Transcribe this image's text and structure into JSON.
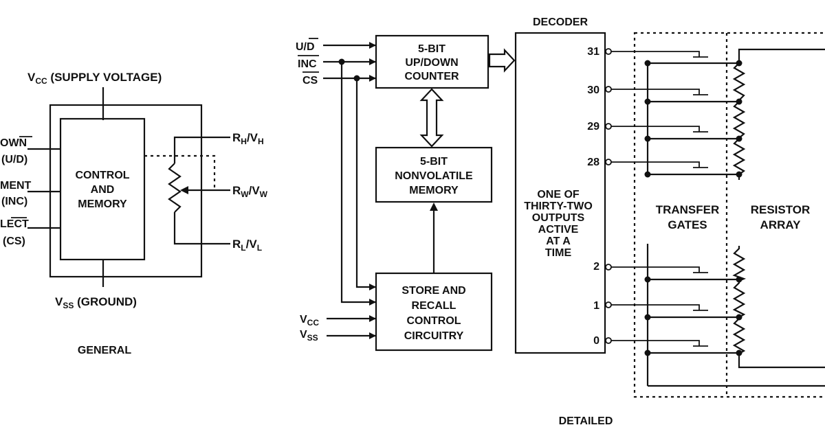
{
  "general": {
    "vcc_main": "V",
    "vcc_sub": "CC",
    "vcc_rest": " (SUPPLY VOLTAGE)",
    "vss_main": "V",
    "vss_sub": "SS",
    "vss_rest": " (GROUND)",
    "control_l1": "CONTROL",
    "control_l2": "AND",
    "control_l3": "MEMORY",
    "in1_l1": "OWN",
    "in1_l2": "(U/D)",
    "in2_l1": "MENT",
    "in2_l2": "(INC)",
    "in3_l1": "LECT",
    "in3_l2": "(CS)",
    "rh_main": "R",
    "rh_sub": "H",
    "rh_rest": "/V",
    "rh_sub2": "H",
    "rw_main": "R",
    "rw_sub": "W",
    "rw_rest": "/V",
    "rw_sub2": "W",
    "rl_main": "R",
    "rl_sub": "L",
    "rl_rest": "/V",
    "rl_sub2": "L",
    "caption": "GENERAL"
  },
  "detailed": {
    "in_ud": "U/D",
    "in_inc": "INC",
    "in_cs": "CS",
    "counter_l1": "5-BIT",
    "counter_l2": "UP/DOWN",
    "counter_l3": "COUNTER",
    "nv_l1": "5-BIT",
    "nv_l2": "NONVOLATILE",
    "nv_l3": "MEMORY",
    "store_l1": "STORE AND",
    "store_l2": "RECALL",
    "store_l3": "CONTROL",
    "store_l4": "CIRCUITRY",
    "vcc_main": "V",
    "vcc_sub": "CC",
    "vss_main": "V",
    "vss_sub": "SS",
    "decoder_title": "DECODER",
    "dec_l1": "ONE OF",
    "dec_l2": "THIRTY-TWO",
    "dec_l3": "OUTPUTS",
    "dec_l4": "ACTIVE",
    "dec_l5": "AT A",
    "dec_l6": "TIME",
    "outputs": [
      "31",
      "30",
      "29",
      "28",
      "2",
      "1",
      "0"
    ],
    "transfer_l1": "TRANSFER",
    "transfer_l2": "GATES",
    "resistor_l1": "RESISTOR",
    "resistor_l2": "ARRAY",
    "caption": "DETAILED"
  },
  "colors": {
    "ink": "#111111",
    "background": "#ffffff"
  }
}
